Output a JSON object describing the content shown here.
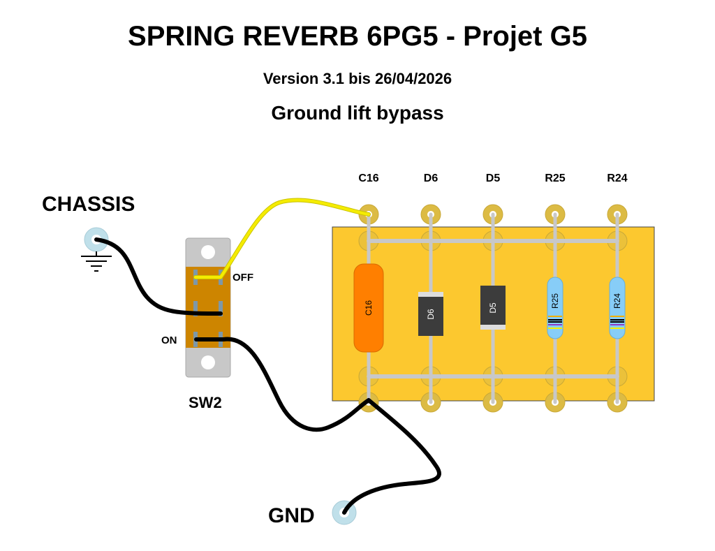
{
  "header": {
    "title": "SPRING REVERB 6PG5 - Projet G5",
    "version": "Version 3.1 bis 26/04/2026",
    "subtitle": "Ground lift bypass"
  },
  "labels": {
    "chassis": "CHASSIS",
    "gnd": "GND",
    "switch_name": "SW2",
    "switch_off": "OFF",
    "switch_on": "ON"
  },
  "board": {
    "components": [
      {
        "ref": "C16",
        "type": "capacitor",
        "body_label": "C16"
      },
      {
        "ref": "D6",
        "type": "diode",
        "body_label": "D6",
        "band": "top"
      },
      {
        "ref": "D5",
        "type": "diode",
        "body_label": "D5",
        "band": "bottom"
      },
      {
        "ref": "R25",
        "type": "resistor",
        "body_label": "R25"
      },
      {
        "ref": "R24",
        "type": "resistor",
        "body_label": "R24"
      }
    ]
  },
  "colors": {
    "board": "#fcc82f",
    "pad": "#dcbb44",
    "wire_ground": "#000000",
    "wire_signal": "#f5ec00",
    "capacitor": "#ff7f00",
    "diode": "#3c3c3c",
    "resistor": "#87cdf7",
    "switch_body": "#cd8500",
    "switch_plate": "#c8c8c8",
    "lug": "#c0e0ea"
  }
}
